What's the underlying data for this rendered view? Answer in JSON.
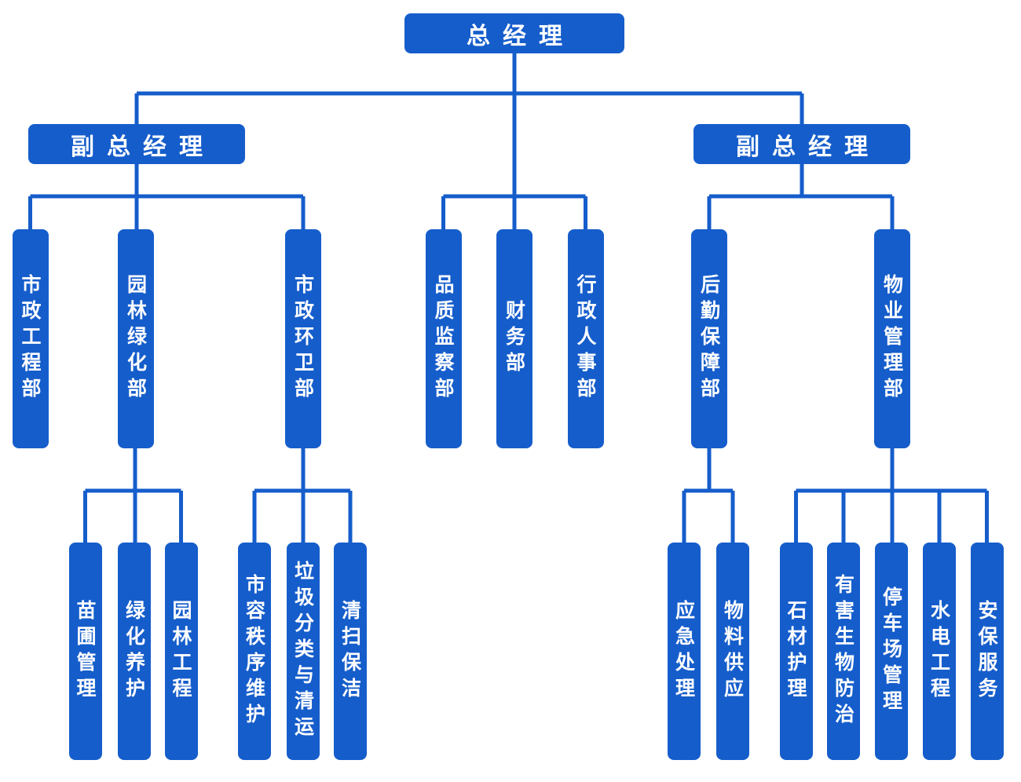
{
  "colors": {
    "node_fill": "#155DCB",
    "node_text": "#FFFFFF",
    "connector": "#155DCB",
    "canvas_background": "#FFFFFF"
  },
  "org": {
    "general_manager": {
      "label": "总经理"
    },
    "left_deputy": {
      "label": "副总经理",
      "departments": [
        {
          "label": "市政工程部",
          "children": []
        },
        {
          "label": "园林绿化部",
          "children": [
            {
              "label": "苗圃管理"
            },
            {
              "label": "绿化养护"
            },
            {
              "label": "园林工程"
            }
          ]
        },
        {
          "label": "市政环卫部",
          "children": [
            {
              "label": "市容秩序维护"
            },
            {
              "label": "垃圾分类与清运"
            },
            {
              "label": "清扫保洁"
            }
          ]
        }
      ]
    },
    "direct_departments": [
      {
        "label": "品质监察部"
      },
      {
        "label": "财务部"
      },
      {
        "label": "行政人事部"
      }
    ],
    "right_deputy": {
      "label": "副总经理",
      "departments": [
        {
          "label": "后勤保障部",
          "children": [
            {
              "label": "应急处理"
            },
            {
              "label": "物料供应"
            }
          ]
        },
        {
          "label": "物业管理部",
          "children": [
            {
              "label": "石材护理"
            },
            {
              "label": "有害生物防治"
            },
            {
              "label": "停车场管理"
            },
            {
              "label": "水电工程"
            },
            {
              "label": "安保服务"
            }
          ]
        }
      ]
    }
  }
}
